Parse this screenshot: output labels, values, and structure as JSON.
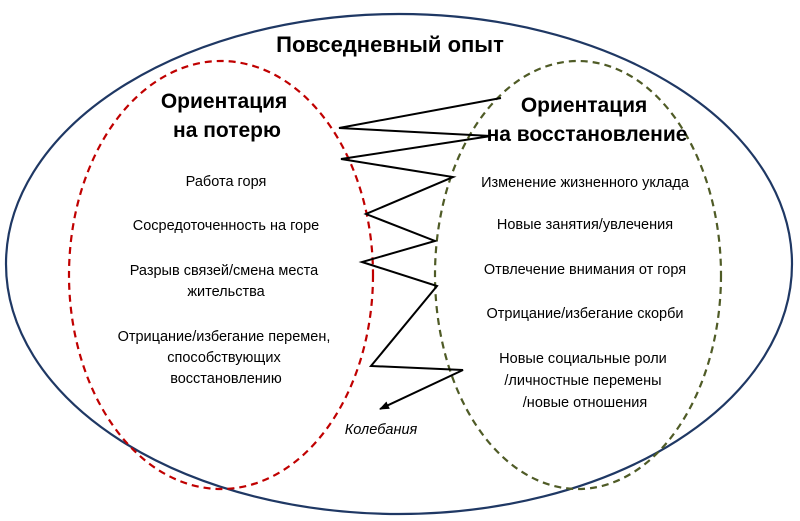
{
  "title": "Повседневный опыт",
  "loss": {
    "heading": [
      "Ориентация",
      "на потерю"
    ],
    "items": [
      [
        "Работа горя"
      ],
      [
        "Сосредоточенность на горе"
      ],
      [
        "Разрыв связей/смена места",
        "жительства"
      ],
      [
        "Отрицание/избегание перемен,",
        "способствующих",
        "восстановлению"
      ]
    ]
  },
  "restoration": {
    "heading": [
      "Ориентация",
      "на восстановление"
    ],
    "items": [
      [
        "Изменение жизненного уклада"
      ],
      [
        "Новые занятия/увлечения"
      ],
      [
        "Отвлечение  внимания от горя"
      ],
      [
        "Отрицание/избегание  скорби"
      ],
      [
        "Новые социальные роли",
        "/личностные перемены",
        "/новые отношения"
      ]
    ]
  },
  "oscillation_label": "Колебания",
  "colors": {
    "outer": "#1f3864",
    "loss": "#c00000",
    "restoration": "#4f5b26",
    "line": "#000000"
  }
}
